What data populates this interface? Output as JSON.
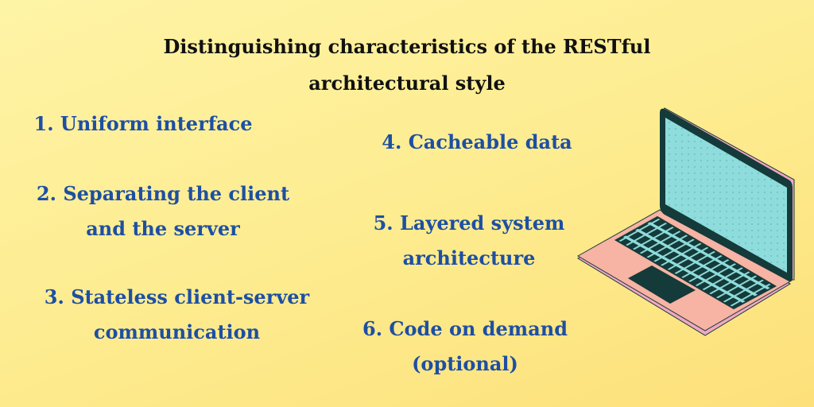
{
  "title_line1": "Distinguishing characteristics of the RESTful",
  "title_line2": "architectural style",
  "items": [
    {
      "line1": "1. Uniform interface",
      "line2": ""
    },
    {
      "line1": "2. Separating the client",
      "line2": "and the server"
    },
    {
      "line1": "3. Stateless client-server",
      "line2": "communication"
    },
    {
      "line1": "4. Cacheable data",
      "line2": ""
    },
    {
      "line1": "5. Layered system",
      "line2": "architecture"
    },
    {
      "line1": "6. Code on demand",
      "line2": "(optional)"
    }
  ],
  "illustration": "laptop-icon",
  "colors": {
    "text_blue": "#1d4fa3",
    "screen": "#8fdcdc",
    "body": "#f7b3a3",
    "dark": "#143a3a"
  }
}
